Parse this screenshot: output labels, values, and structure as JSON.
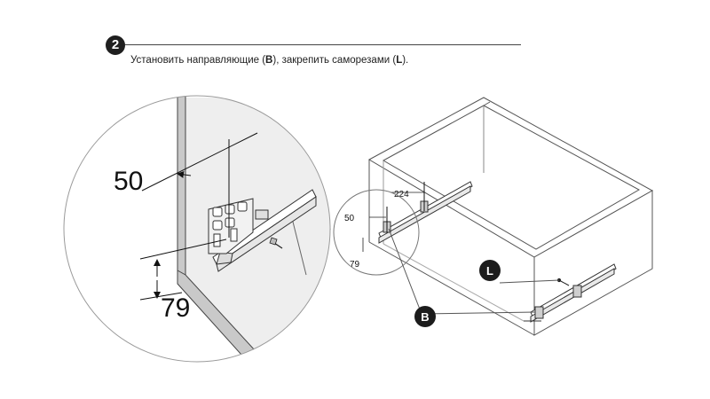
{
  "step": {
    "number": "2"
  },
  "instruction": {
    "prefix": "Установить направляющие (",
    "rail_letter": "B",
    "middle": "), закрепить саморезами (",
    "screw_letter": "L",
    "suffix": ")."
  },
  "detail": {
    "dim_top": "50",
    "dim_bottom": "79"
  },
  "main": {
    "dim_top": "50",
    "dim_spacing": "224",
    "dim_bottom": "79"
  },
  "callouts": {
    "rail": "B",
    "screw": "L"
  }
}
